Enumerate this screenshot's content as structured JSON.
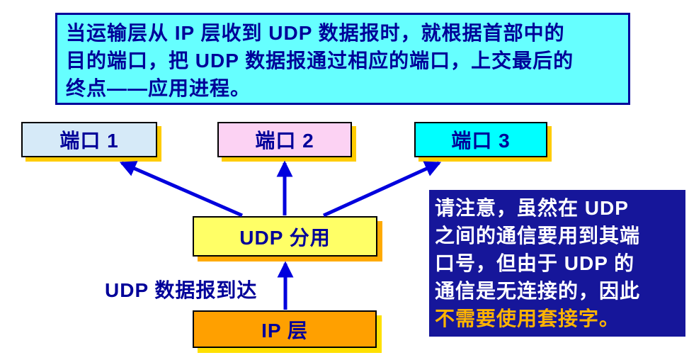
{
  "top_note": {
    "lines": [
      "当运输层从 IP 层收到 UDP 数据报时，就根据首部中的",
      "目的端口，把 UDP 数据报通过相应的端口，上交最后的",
      "终点——应用进程。"
    ]
  },
  "ports": [
    {
      "label": "端口 1",
      "fill": "#d6eaf8"
    },
    {
      "label": "端口 2",
      "fill": "#fcd2f3"
    },
    {
      "label": "端口 3",
      "fill": "#00ffff"
    }
  ],
  "udp_box": {
    "label": "UDP 分用",
    "fill": "#ffff66"
  },
  "ip_box": {
    "label": "IP 层",
    "fill": "#ffa000"
  },
  "arrival_label": "UDP 数据报到达",
  "note_box": {
    "lines": [
      "请注意，虽然在 UDP",
      "之间的通信要用到其端",
      "口号，但由于 UDP 的",
      "通信是无连接的，因此"
    ],
    "highlight_line": "不需要使用套接字。",
    "fill": "#16169a",
    "text_color": "#ffffff",
    "highlight_color": "#ffb400"
  },
  "colors": {
    "arrow": "#0000dd",
    "diagram_text": "#000099",
    "top_note_fill": "#66ffff",
    "top_note_border": "#000099",
    "box_border": "#000000",
    "port_shadow": "#ffcc00",
    "udp_shadow": "#ffaa00",
    "ip_shadow": "#ffe000"
  }
}
